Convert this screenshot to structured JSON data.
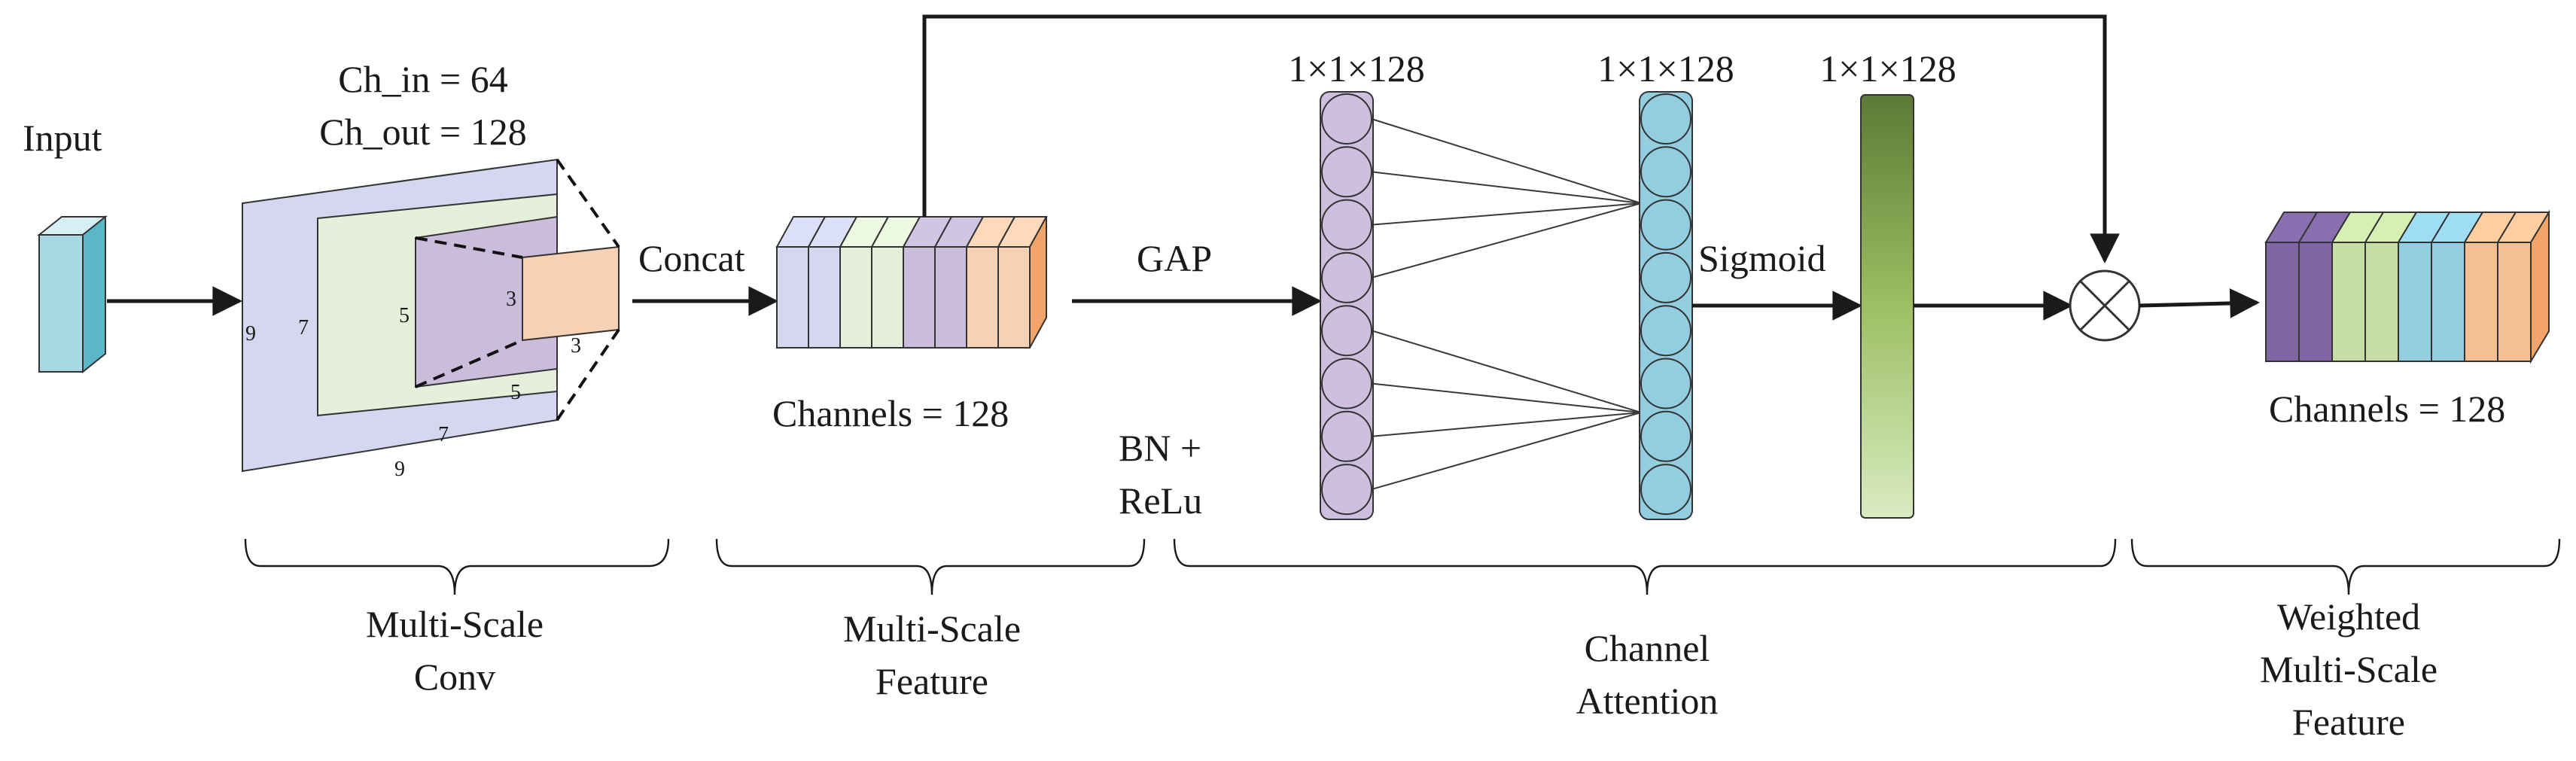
{
  "labels": {
    "input": "Input",
    "ch_in": "Ch_in = 64",
    "ch_out": "Ch_out = 128",
    "concat": "Concat",
    "gap": "GAP",
    "bn_line1": "BN +",
    "bn_line2": "ReLu",
    "sigmoid": "Sigmoid",
    "dim_1": "1×1×128",
    "dim_2": "1×1×128",
    "dim_3": "1×1×128",
    "channels_mid": "Channels = 128",
    "channels_out": "Channels = 128"
  },
  "kernels": {
    "k9_left": "9",
    "k7_left": "7",
    "k5_left": "5",
    "k3_left": "3",
    "k3_bottom": "3",
    "k5_bottom": "5",
    "k7_bottom": "7",
    "k9_bottom": "9"
  },
  "sections": {
    "conv_line1": "Multi-Scale",
    "conv_line2": "Conv",
    "feat_line1": "Multi-Scale",
    "feat_line2": "Feature",
    "att_line1": "Channel",
    "att_line2": "Attention",
    "weighted_line1": "Weighted",
    "weighted_line2": "Multi-Scale",
    "weighted_line3": "Feature"
  },
  "colors": {
    "input_block": "#a8d8e4",
    "kernel_9": "#d4d7ef",
    "kernel_7": "#e5efd9",
    "kernel_5": "#c9bddb",
    "kernel_3": "#f7d1b2",
    "circle_layer_1": "#cdbfdd",
    "circle_layer_2": "#93cde0",
    "sigmoid_top": "#5b7a35",
    "sigmoid_bottom": "#d9ebc2",
    "concat_slices": [
      "#d4d7ef",
      "#d4d7ef",
      "#e5efd9",
      "#e5efd9",
      "#c9bddb",
      "#c9bddb",
      "#f7d1b2",
      "#f7d1b2",
      "#f3a468"
    ],
    "weighted_slices": [
      "#7f66a3",
      "#7f66a3",
      "#c6dda6",
      "#c6dda6",
      "#93cde0",
      "#93cde0",
      "#f5bf94",
      "#f5bf94",
      "#f3a468"
    ]
  }
}
